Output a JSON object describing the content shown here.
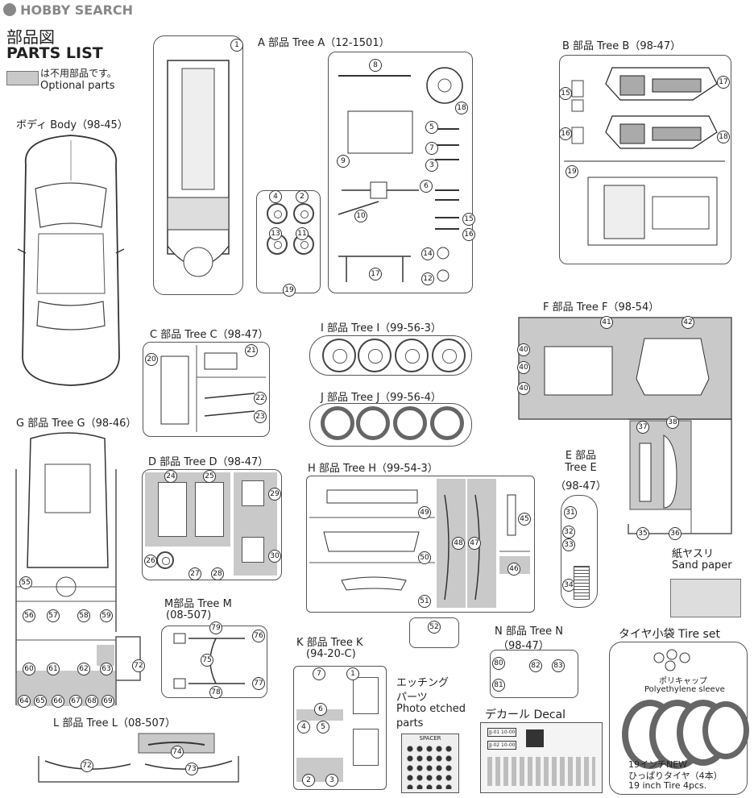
{
  "header": {
    "site": "HOBBY SEARCH",
    "logo_icon": "hobbysearch-logo-icon",
    "title_jp": "部品図",
    "title_en": "PARTS LIST",
    "legend_jp": "は不用部品です。",
    "legend_en": "Optional parts",
    "legend_color": "#c9c9c9"
  },
  "body": {
    "label": "ボディ Body（98-45）"
  },
  "trees": {
    "a": {
      "label": "A 部品 Tree A（12-1501）",
      "numbers": [
        "1",
        "2",
        "4",
        "13",
        "11",
        "19",
        "8",
        "9",
        "18",
        "5",
        "7",
        "3",
        "6",
        "10",
        "15",
        "16",
        "14",
        "12",
        "17"
      ]
    },
    "b": {
      "label": "B 部品 Tree B（98-47）",
      "numbers": [
        "15",
        "16",
        "17",
        "18",
        "19"
      ]
    },
    "c": {
      "label": "C 部品 Tree C（98-47）",
      "numbers": [
        "20",
        "21",
        "22",
        "23"
      ]
    },
    "d": {
      "label": "D 部品 Tree D（98-47）",
      "numbers": [
        "24",
        "25",
        "26",
        "27",
        "28",
        "29",
        "30"
      ]
    },
    "e": {
      "label1": "E 部品",
      "label2": "Tree E",
      "label3": "（98-47）",
      "numbers": [
        "31",
        "32",
        "33",
        "34"
      ]
    },
    "f": {
      "label": "F 部品 Tree F（98-54）",
      "numbers": [
        "40",
        "40",
        "40",
        "41",
        "42",
        "37",
        "38",
        "35",
        "36"
      ]
    },
    "g": {
      "label": "G 部品 Tree G（98-46）",
      "numbers": [
        "55",
        "56",
        "57",
        "58",
        "59",
        "60",
        "61",
        "62",
        "63",
        "64",
        "65",
        "66",
        "67",
        "68",
        "69",
        "72"
      ]
    },
    "h": {
      "label": "H 部品 Tree H（99-54-3）",
      "numbers": [
        "49",
        "50",
        "51",
        "48",
        "47",
        "45",
        "46",
        "52"
      ]
    },
    "i": {
      "label": "I 部品 Tree I（99-56-3）"
    },
    "j": {
      "label": "J 部品 Tree J（99-56-4）"
    },
    "k": {
      "label1": "K 部品 Tree K",
      "label2": "(94-20-C)",
      "numbers": [
        "7",
        "1",
        "6",
        "4",
        "5",
        "2",
        "3"
      ]
    },
    "l": {
      "label": "L 部品 Tree L（08-507）",
      "numbers": [
        "74",
        "72",
        "73"
      ]
    },
    "m": {
      "label1": "M部品 Tree M",
      "label2": "(08-507)",
      "numbers": [
        "79",
        "76",
        "75",
        "78",
        "77"
      ]
    },
    "n": {
      "label1": "N 部品 Tree N",
      "label2": "（98-47）",
      "numbers": [
        "80",
        "81",
        "82",
        "83"
      ]
    }
  },
  "etched": {
    "l1": "エッチング",
    "l2": "パーツ",
    "l3": "Photo etched",
    "l4": "parts",
    "sheet": "SPACER"
  },
  "decal": {
    "label": "デカール Decal",
    "plate1": "JJ-01 10-00",
    "plate2": "JJ-02 10-00"
  },
  "sandpaper": {
    "jp": "紙ヤスリ",
    "en": "Sand paper"
  },
  "tireset": {
    "label": "タイヤ小袋 Tire set",
    "cap_jp": "ポリキャップ",
    "cap_en": "Polyethylene sleeve",
    "tire_jp1": "19インチNEW",
    "tire_jp2": "ひっぱりタイヤ（4本）",
    "tire_en": "19 inch Tire 4pcs."
  }
}
